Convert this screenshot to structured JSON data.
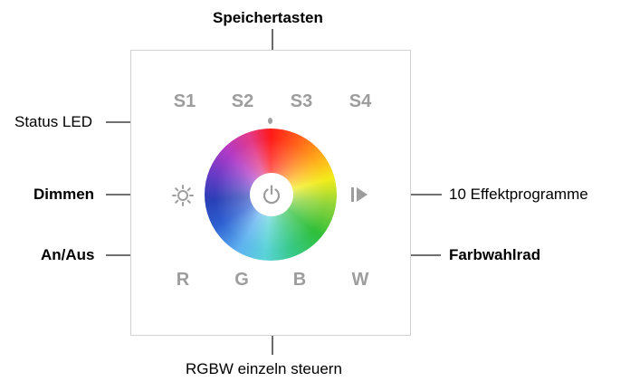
{
  "title": "Speichertasten",
  "memory_buttons": [
    "S1",
    "S2",
    "S3",
    "S4"
  ],
  "channel_buttons": [
    "R",
    "G",
    "B",
    "W"
  ],
  "callouts": {
    "status_led": "Status LED",
    "dimmen": "Dimmen",
    "on_off": "An/Aus",
    "effects": "10 Effektprogramme",
    "color_wheel": "Farbwahlrad",
    "rgbw": "RGBW einzeln steuern"
  },
  "colors": {
    "panel_border": "#d2d2d2",
    "button_text": "#9d9d9d",
    "line": "#1a1a1a"
  },
  "icons": [
    "sun-icon",
    "power-icon",
    "play-icon",
    "led-dot-icon"
  ]
}
